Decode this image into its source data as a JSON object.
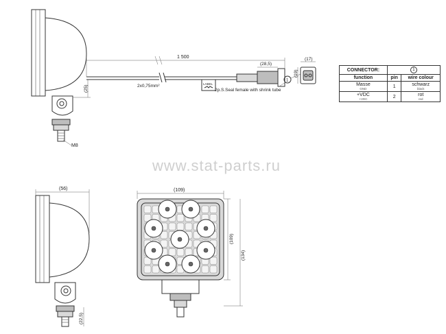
{
  "dimensions": {
    "cable_length": "1 500",
    "wire": "2x0,75mm²",
    "plug_len": "(28,5)",
    "connector_w": "(17)",
    "connector_h": "(19)",
    "bracket_h": "(25)",
    "bolt": "M8",
    "side_depth": "(56)",
    "front_width": "(109)",
    "front_height": "(109)",
    "overall_height": "(134)",
    "bracket_low": "(22,5)"
  },
  "labels": {
    "label_tag": "LABEL",
    "connector_note": "2p.S.Seal female with shrink tube",
    "callout": "1",
    "watermark": "www.stat-parts.ru"
  },
  "table": {
    "title": "CONNECTOR:",
    "title_ref": "1",
    "headers": [
      "function",
      "pin",
      "wire colour"
    ],
    "rows": [
      {
        "function": "Masse",
        "function_sub": "GND",
        "pin": "1",
        "colour": "schwarz",
        "colour_sub": "black"
      },
      {
        "function": "+VDC",
        "function_sub": "+VDC",
        "pin": "2",
        "colour": "rot",
        "colour_sub": "red"
      }
    ]
  }
}
